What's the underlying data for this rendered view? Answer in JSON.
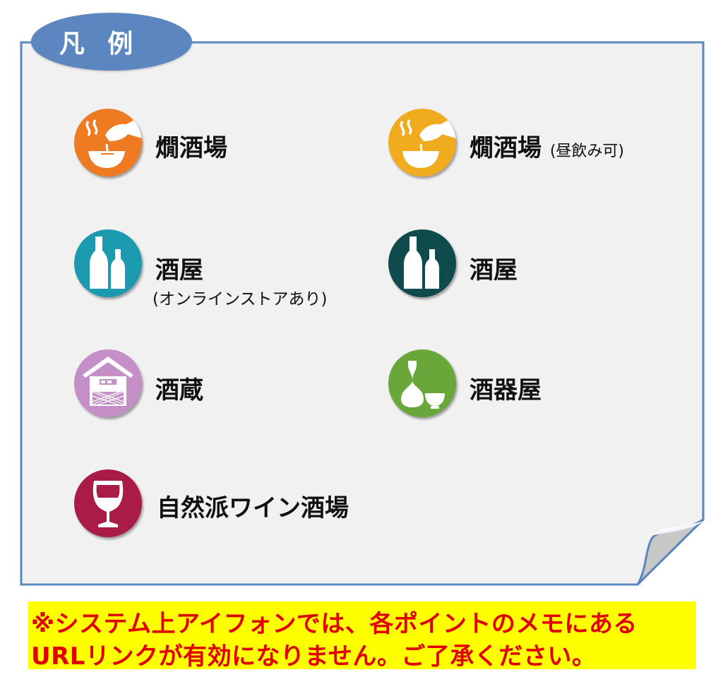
{
  "legend": {
    "title": "凡 例",
    "items": [
      {
        "id": "kanzakaba",
        "label": "燗酒場",
        "note": "",
        "icon": "warm-sake-pour-icon",
        "color": "#ee7a22"
      },
      {
        "id": "kanzakaba-daytime",
        "label": "燗酒場",
        "note": "(昼飲み可)",
        "icon": "warm-sake-pour-icon",
        "color": "#f0ab1e"
      },
      {
        "id": "sakaya-online",
        "label": "酒屋",
        "note": "(オンラインストアあり)",
        "icon": "sake-bottles-icon",
        "color": "#1c9ab0"
      },
      {
        "id": "sakaya",
        "label": "酒屋",
        "note": "",
        "icon": "sake-bottles-icon",
        "color": "#0f4a4c"
      },
      {
        "id": "sakagura",
        "label": "酒蔵",
        "note": "",
        "icon": "brewery-house-icon",
        "color": "#c48fc6"
      },
      {
        "id": "shukiya",
        "label": "酒器屋",
        "note": "",
        "icon": "tokkuri-cup-icon",
        "color": "#6aa73b"
      },
      {
        "id": "natural-wine",
        "label": "自然派ワイン酒場",
        "note": "",
        "icon": "wine-glass-icon",
        "color": "#a81c45"
      }
    ]
  },
  "notice": {
    "line1": "※システム上アイフォンでは、各ポイントのメモにある",
    "line2": "URLリンクが有効になりません。ご了承ください。",
    "text_color": "#e00000",
    "background": "#ffff00"
  }
}
